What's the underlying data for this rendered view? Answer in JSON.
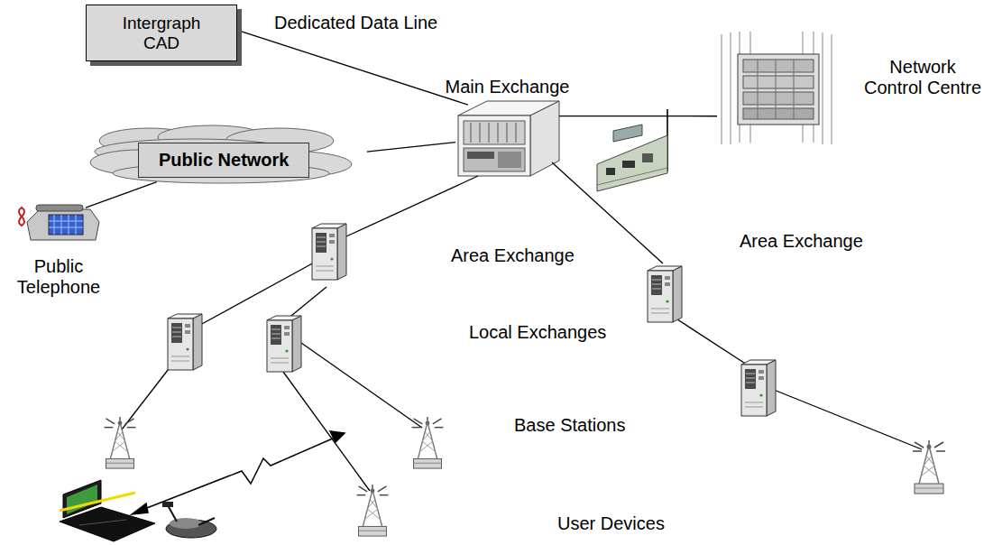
{
  "diagram": {
    "nodes": [
      {
        "text": [
          "Intergraph CAD"
        ]
      },
      {
        "text": [
          "Main Exchange"
        ]
      },
      {
        "text": [
          "Network Control Centre"
        ]
      },
      {
        "text": [
          "Public Network"
        ]
      },
      {
        "text": [
          "Public Telephone"
        ]
      }
    ],
    "edges": [
      {
        "from": 0,
        "to": 1,
        "label": "Dedicated Data Line",
        "arrow": "none"
      },
      {
        "from": 3,
        "to": 1,
        "arrow": "none"
      },
      {
        "from": 1,
        "to": 2,
        "arrow": "none"
      },
      {
        "from": 4,
        "to": 3,
        "arrow": "none"
      }
    ],
    "labels": [
      "Area Exchange",
      "Area Exchange",
      "Local Exchanges",
      "Base Stations",
      "User Devices"
    ]
  }
}
